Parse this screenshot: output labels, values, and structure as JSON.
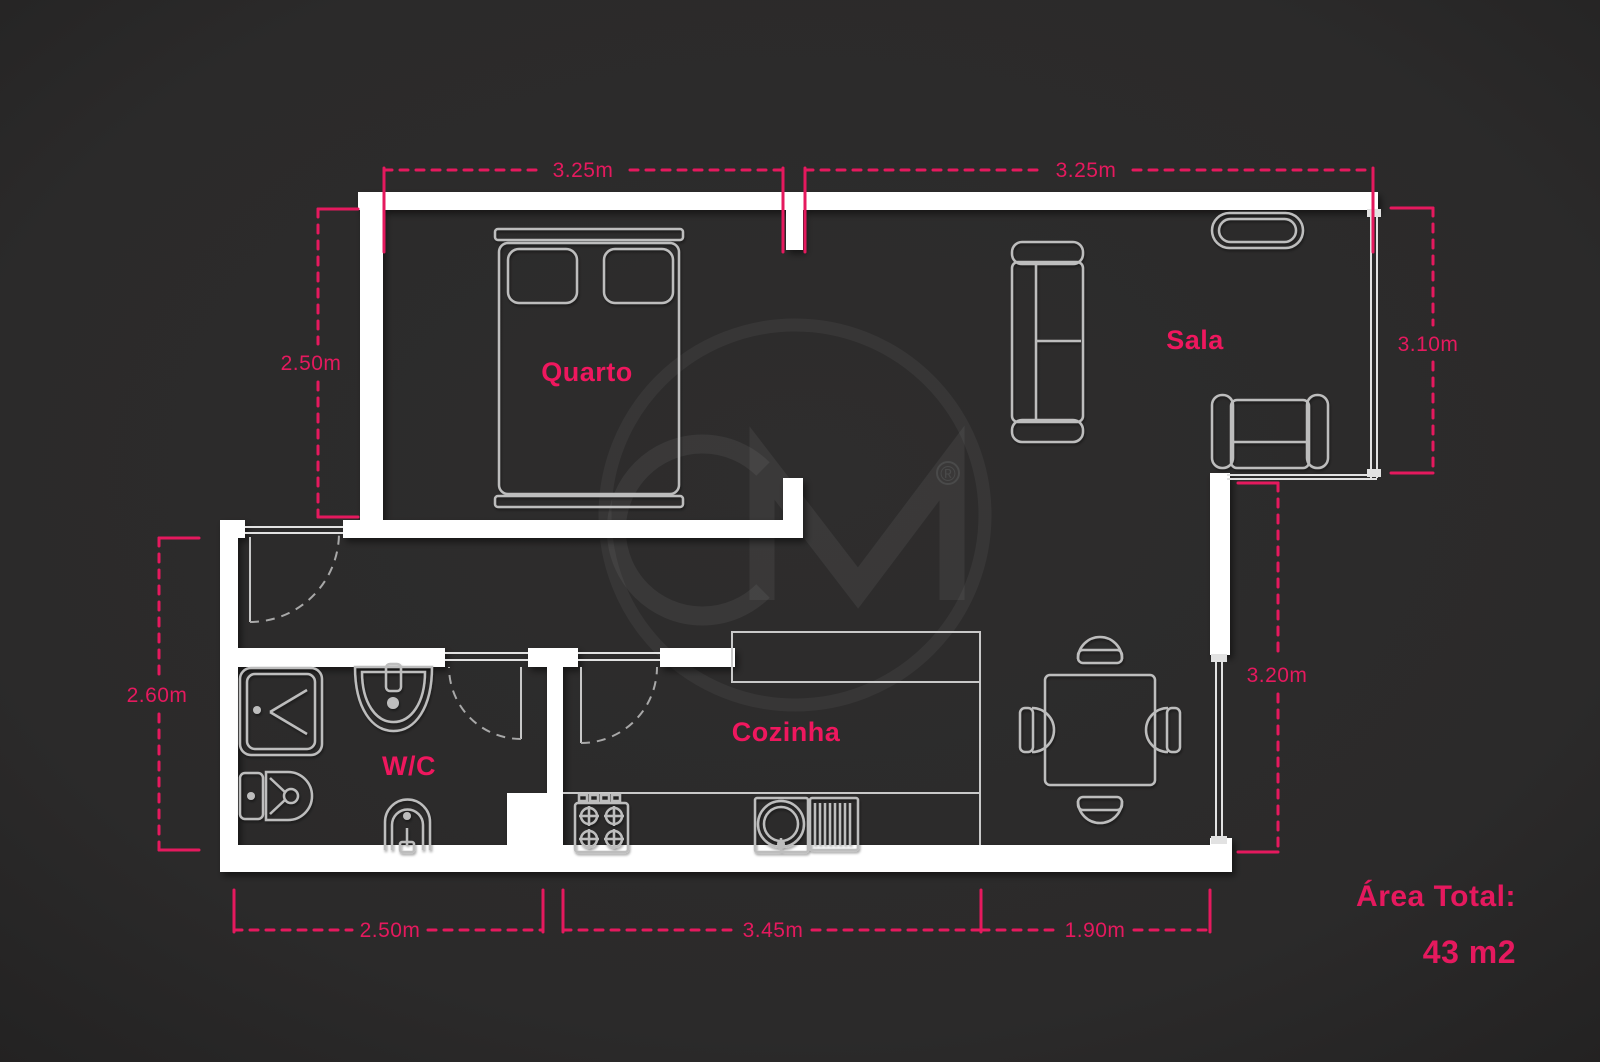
{
  "accent": "#e5195e",
  "background": "#2b2a2a",
  "wall_color": "#ffffff",
  "furniture_color": "#bdbdbd",
  "labels": {
    "quarto": "Quarto",
    "sala": "Sala",
    "cozinha": "Cozinha",
    "wc": "W/C"
  },
  "dimensions": {
    "top_left": "3.25m",
    "top_right": "3.25m",
    "left_upper": "2.50m",
    "left_lower": "2.60m",
    "right_upper": "3.10m",
    "right_lower": "3.20m",
    "bottom_left": "2.50m",
    "bottom_middle": "3.45m",
    "bottom_right": "1.90m"
  },
  "area": {
    "label": "Área Total:",
    "value": "43 m2"
  },
  "watermark": {
    "monogram": "CM",
    "registered": "®"
  }
}
